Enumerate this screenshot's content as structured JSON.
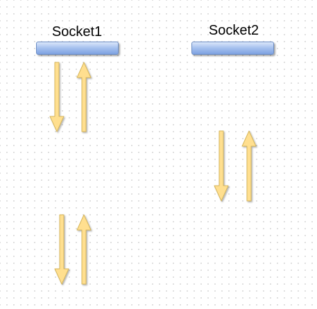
{
  "canvas": {
    "background": "#ffffff",
    "grid_dot_color": "#d0d0d0"
  },
  "sockets": [
    {
      "label": "Socket1",
      "bar_color": "#9dbaeb"
    },
    {
      "label": "Socket2",
      "bar_color": "#9dbaeb"
    }
  ],
  "arrow_style": {
    "fill": "#ffdf8f",
    "stroke": "#d6b65c"
  },
  "arrows": [
    {
      "group": "socket1-upper",
      "direction": "down"
    },
    {
      "group": "socket1-upper",
      "direction": "up"
    },
    {
      "group": "socket1-lower",
      "direction": "down"
    },
    {
      "group": "socket1-lower",
      "direction": "up"
    },
    {
      "group": "socket2",
      "direction": "down"
    },
    {
      "group": "socket2",
      "direction": "up"
    }
  ]
}
